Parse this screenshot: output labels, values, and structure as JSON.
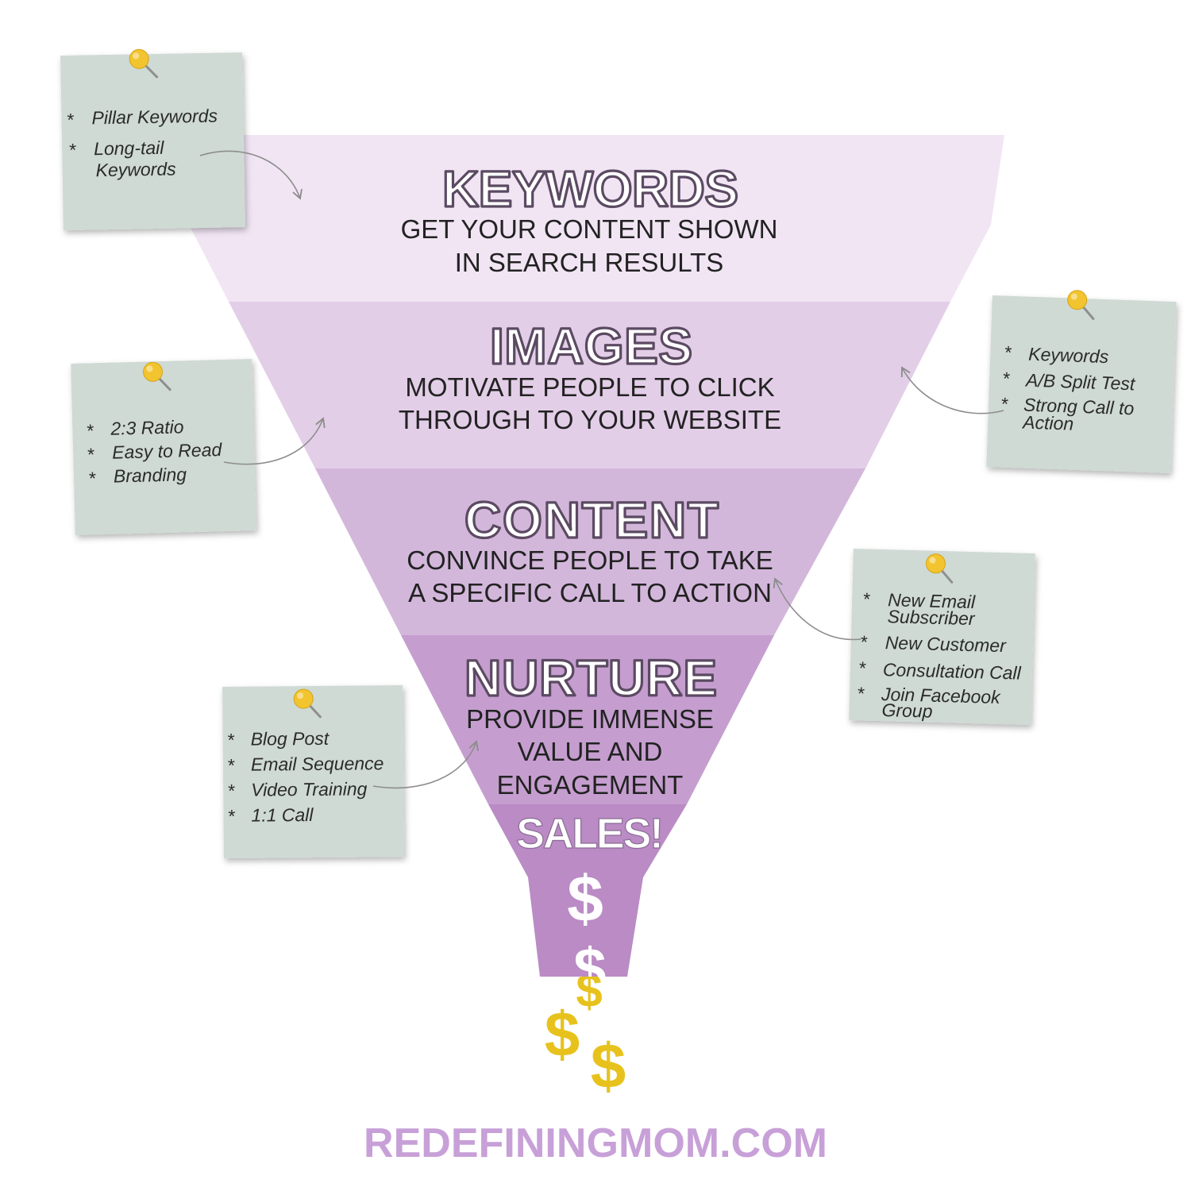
{
  "funnel": {
    "stages": [
      {
        "title": "KEYWORDS",
        "lines": [
          "GET YOUR CONTENT SHOWN",
          "IN SEARCH RESULTS"
        ]
      },
      {
        "title": "IMAGES",
        "lines": [
          "MOTIVATE PEOPLE TO CLICK",
          "THROUGH TO YOUR WEBSITE"
        ]
      },
      {
        "title": "CONTENT",
        "lines": [
          "CONVINCE PEOPLE TO TAKE",
          "A SPECIFIC CALL TO ACTION"
        ]
      },
      {
        "title": "NURTURE",
        "lines": [
          "PROVIDE IMMENSE",
          "VALUE AND",
          "ENGAGEMENT"
        ]
      },
      {
        "title": "SALES!"
      }
    ],
    "money_symbol": "$"
  },
  "note_bullet": "*",
  "notes": [
    {
      "items": [
        {
          "lines": [
            "Pillar Keywords"
          ]
        },
        {
          "lines": [
            "Long-tail",
            "Keywords"
          ]
        }
      ]
    },
    {
      "items": [
        {
          "lines": [
            "2:3 Ratio"
          ]
        },
        {
          "lines": [
            "Easy to Read"
          ]
        },
        {
          "lines": [
            "Branding"
          ]
        }
      ]
    },
    {
      "items": [
        {
          "lines": [
            "Keywords"
          ]
        },
        {
          "lines": [
            "A/B Split Test"
          ]
        },
        {
          "lines": [
            "Strong Call to",
            "Action"
          ]
        }
      ]
    },
    {
      "items": [
        {
          "lines": [
            "New Email",
            "Subscriber"
          ]
        },
        {
          "lines": [
            "New Customer"
          ]
        },
        {
          "lines": [
            "Consultation Call"
          ]
        },
        {
          "lines": [
            "Join Facebook",
            "Group"
          ]
        }
      ]
    },
    {
      "items": [
        {
          "lines": [
            "Blog Post"
          ]
        },
        {
          "lines": [
            "Email Sequence"
          ]
        },
        {
          "lines": [
            "Video Training"
          ]
        },
        {
          "lines": [
            "1:1 Call"
          ]
        }
      ]
    }
  ],
  "footer": {
    "site": "REDEFININGMOM.COM"
  },
  "colors": {
    "stage_fills": [
      "#f1e5f4",
      "#e3cee8",
      "#d3b7db",
      "#c59ecf",
      "#ba8bc5"
    ],
    "note_paper": "#cfdad4",
    "pin": "#f2c42f",
    "money_gold": "#e8c21c",
    "footer_text": "#c8a0d8"
  },
  "icons": {
    "pin": "pushpin-icon",
    "arrow": "curved-arrow-icon"
  }
}
